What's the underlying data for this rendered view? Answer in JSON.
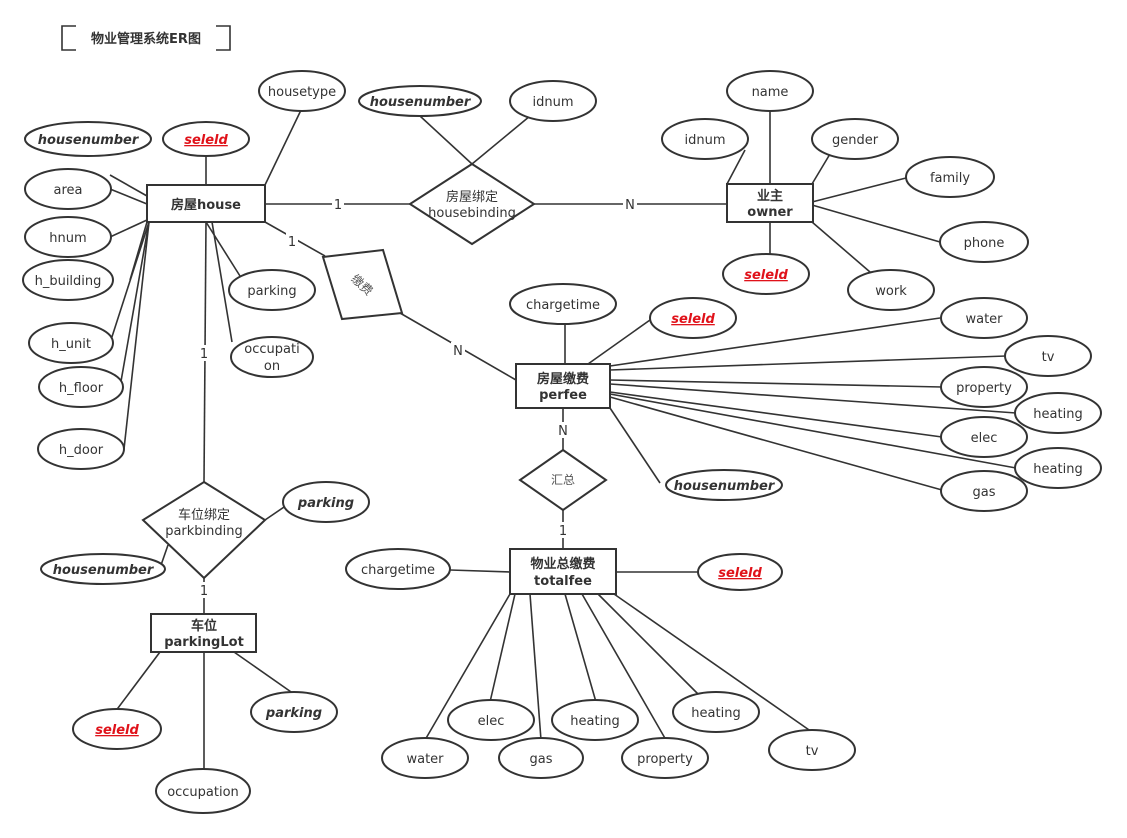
{
  "title": "物业管理系统ER图",
  "entities": {
    "house": {
      "cn": "房屋house"
    },
    "owner": {
      "cn": "业主",
      "en": "owner"
    },
    "perfee": {
      "cn": "房屋缴费",
      "en": "perfee"
    },
    "totalfee": {
      "cn": "物业总缴费",
      "en": "totalfee"
    },
    "parkingLot": {
      "cn": "车位",
      "en": "parkingLot"
    }
  },
  "relationships": {
    "housebinding": {
      "cn": "房屋绑定",
      "en": "housebinding"
    },
    "pay": {
      "cn": "缴费"
    },
    "summary": {
      "cn": "汇总"
    },
    "parkbinding": {
      "cn": "车位绑定",
      "en": "parkbinding"
    }
  },
  "cardinalities": {
    "house_hb": "1",
    "owner_hb": "N",
    "house_pay": "1",
    "perfee_pay": "N",
    "house_pb": "1",
    "perfee_sum": "N",
    "total_sum": "1",
    "lot_pb": "1"
  },
  "attributes": {
    "house": {
      "housenumber": "housenumber",
      "seleid": "seleld",
      "housetype": "housetype",
      "area": "area",
      "hnum": "hnum",
      "h_building": "h_building",
      "h_unit": "h_unit",
      "h_floor": "h_floor",
      "h_door": "h_door",
      "parking": "parking",
      "occupation_1": "occupati",
      "occupation_2": "on"
    },
    "housebinding": {
      "housenumber": "housenumber",
      "idnum": "idnum"
    },
    "owner": {
      "name": "name",
      "idnum": "idnum",
      "gender": "gender",
      "family": "family",
      "phone": "phone",
      "seleid": "seleld",
      "work": "work"
    },
    "perfee": {
      "chargetime": "chargetime",
      "seleid": "seleld",
      "water": "water",
      "tv": "tv",
      "property": "property",
      "heating1": "heating",
      "elec": "elec",
      "heating2": "heating",
      "gas": "gas",
      "housenumber": "housenumber"
    },
    "parkbinding": {
      "parking": "parking",
      "housenumber": "housenumber"
    },
    "parkingLot": {
      "seleid": "seleld",
      "parking": "parking",
      "occupation": "occupation"
    },
    "totalfee": {
      "chargetime": "chargetime",
      "seleid": "seleld",
      "water": "water",
      "elec": "elec",
      "gas": "gas",
      "heating1": "heating",
      "property": "property",
      "heating2": "heating",
      "tv": "tv"
    }
  }
}
